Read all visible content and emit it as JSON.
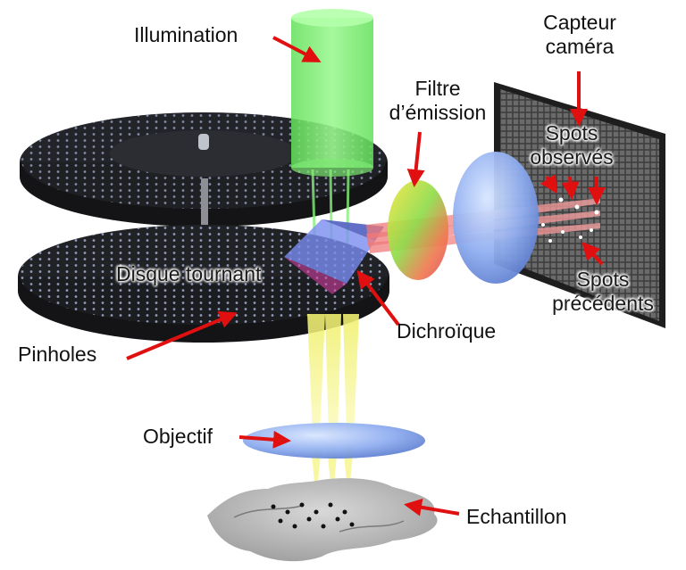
{
  "labels": {
    "illumination": "Illumination",
    "capteur_line1": "Capteur",
    "capteur_line2": "caméra",
    "filtre_line1": "Filtre",
    "filtre_line2": "d’émission",
    "spots_obs_line1": "Spots",
    "spots_obs_line2": "observés",
    "disque": "Disque tournant",
    "dichroique": "Dichroïque",
    "spots_prec_line1": "Spots",
    "spots_prec_line2": "précédents",
    "pinholes": "Pinholes",
    "objectif": "Objectif",
    "echantillon": "Echantillon"
  },
  "colors": {
    "arrow": "#e01010",
    "illumination_beam": "#7ef07a",
    "emission_beam": "#f08080",
    "disk": "#2b2e33",
    "pinhole": "#c8d4ff",
    "lens": "#8fb0f0",
    "sensor": "#3a3a3a",
    "yellow_beam": "#f2f27a"
  }
}
